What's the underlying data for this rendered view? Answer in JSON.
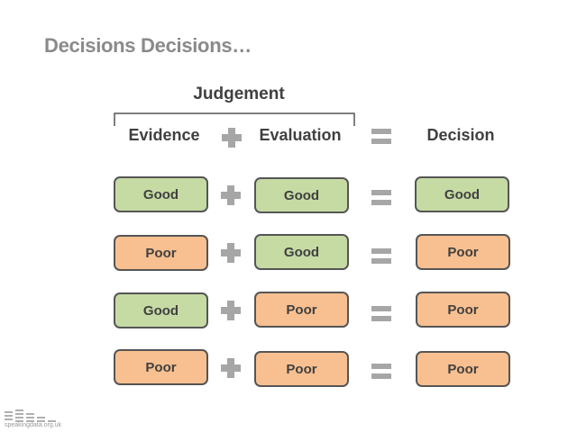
{
  "slide": {
    "title": "Decisions Decisions…",
    "judgement_label": "Judgement",
    "headers": {
      "evidence": "Evidence",
      "evaluation": "Evaluation",
      "decision": "Decision"
    },
    "operator_icons": [
      "plus-icon",
      "equals-icon"
    ],
    "colors": {
      "good": "#c6dba4",
      "poor": "#f8c090",
      "operator": "#a6a6a6"
    },
    "rows": [
      {
        "evidence": "Good",
        "evaluation": "Good",
        "decision": "Good"
      },
      {
        "evidence": "Poor",
        "evaluation": "Good",
        "decision": "Poor"
      },
      {
        "evidence": "Good",
        "evaluation": "Poor",
        "decision": "Poor"
      },
      {
        "evidence": "Poor",
        "evaluation": "Poor",
        "decision": "Poor"
      }
    ],
    "logo_text": "speakingdata.org.uk"
  }
}
